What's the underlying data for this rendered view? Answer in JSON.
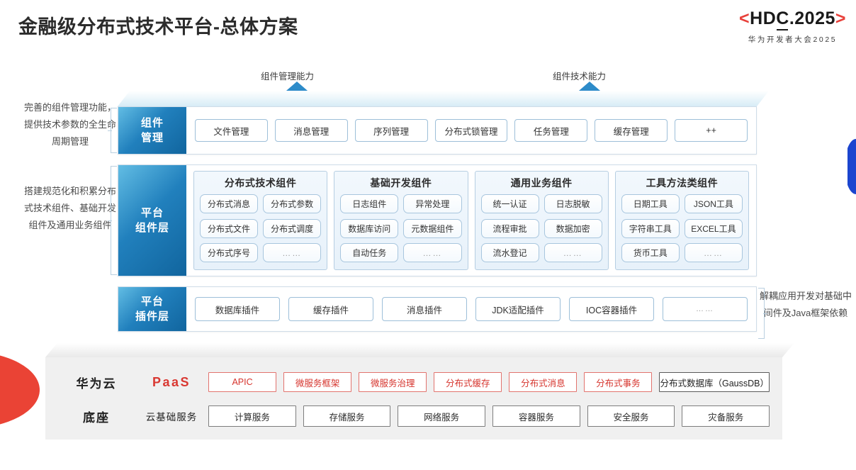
{
  "header": {
    "title": "金融级分布式技术平台-总体方案",
    "logo": {
      "bracket_left": "<",
      "main": "HDC.2025",
      "main_pre": "HD",
      "main_c": "C",
      "main_post": ".2025",
      "bracket_right": ">",
      "subtitle": "华为开发者大会2025",
      "bracket_color": "#e8403a"
    }
  },
  "arrows": {
    "left_label": "组件管理能力",
    "right_label": "组件技术能力",
    "color": "#2d8bc9"
  },
  "annotations": {
    "left_top": "完善的组件管理功能，提供技术参数的全生命周期管理",
    "left_bottom": "搭建规范化和积累分布式技术组件、基础开发组件及通用业务组件",
    "right": "解耦应用开发对基础中间件及Java框架依赖"
  },
  "management_layer": {
    "label_line1": "组件",
    "label_line2": "管理",
    "items": [
      "文件管理",
      "消息管理",
      "序列管理",
      "分布式锁管理",
      "任务管理",
      "缓存管理",
      "++"
    ]
  },
  "component_layer": {
    "label_line1": "平台",
    "label_line2": "组件层",
    "groups": [
      {
        "title": "分布式技术组件",
        "items": [
          "分布式消息",
          "分布式参数",
          "分布式文件",
          "分布式调度",
          "分布式序号",
          "……"
        ]
      },
      {
        "title": "基础开发组件",
        "items": [
          "日志组件",
          "异常处理",
          "数据库访问",
          "元数据组件",
          "自动任务",
          "……"
        ]
      },
      {
        "title": "通用业务组件",
        "items": [
          "统一认证",
          "日志脱敏",
          "流程审批",
          "数据加密",
          "流水登记",
          "……"
        ]
      },
      {
        "title": "工具方法类组件",
        "items": [
          "日期工具",
          "JSON工具",
          "字符串工具",
          "EXCEL工具",
          "货币工具",
          "……"
        ]
      }
    ]
  },
  "plugin_layer": {
    "label_line1": "平台",
    "label_line2": "插件层",
    "items": [
      "数据库插件",
      "缓存插件",
      "消息插件",
      "JDK适配插件",
      "IOC容器插件",
      "……"
    ]
  },
  "cloud_base": {
    "title_line1": "华为云",
    "title_line2": "底座",
    "paas": {
      "label": "PaaS",
      "label_color": "#d93832",
      "items": [
        {
          "text": "APIC",
          "style": "red"
        },
        {
          "text": "微服务框架",
          "style": "red"
        },
        {
          "text": "微服务治理",
          "style": "red"
        },
        {
          "text": "分布式缓存",
          "style": "red"
        },
        {
          "text": "分布式消息",
          "style": "red"
        },
        {
          "text": "分布式事务",
          "style": "red"
        },
        {
          "text": "分布式数据库（GaussDB）",
          "style": "dark"
        }
      ]
    },
    "infra": {
      "label": "云基础服务",
      "items": [
        "计算服务",
        "存储服务",
        "网络服务",
        "容器服务",
        "安全服务",
        "灾备服务"
      ]
    }
  },
  "decor": {
    "red_wedge_color": "#ea4335",
    "blue_lens_color": "#1b45cf"
  }
}
